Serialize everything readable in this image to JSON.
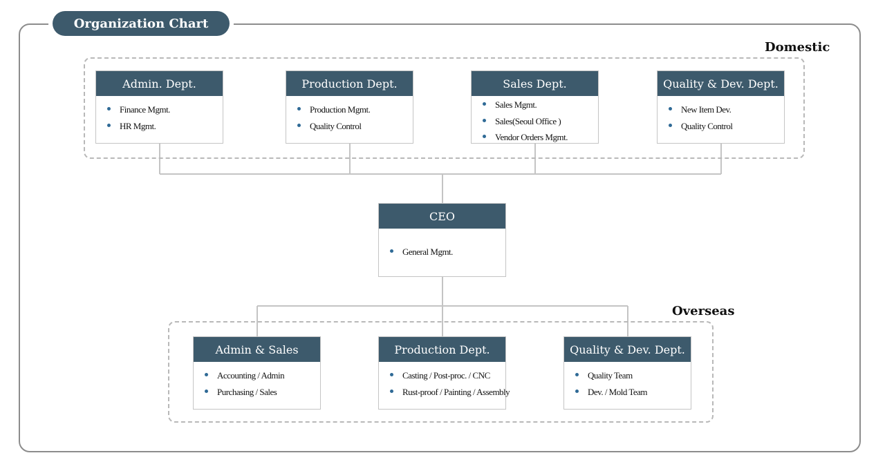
{
  "title": "Organization Chart",
  "domestic": {
    "label": "Domestic",
    "departments": [
      {
        "name": "Admin. Dept.",
        "items": [
          "Finance Mgmt.",
          "HR Mgmt."
        ]
      },
      {
        "name": "Production Dept.",
        "items": [
          "Production Mgmt.",
          "Quality Control"
        ]
      },
      {
        "name": "Sales Dept.",
        "items": [
          "Sales Mgmt.",
          "Sales(Seoul Office )",
          "Vendor Orders Mgmt."
        ]
      },
      {
        "name": "Quality & Dev. Dept.",
        "items": [
          "New Item Dev.",
          "Quality Control"
        ]
      }
    ]
  },
  "ceo": {
    "name": "CEO",
    "items": [
      "General Mgmt."
    ]
  },
  "overseas": {
    "label": "Overseas",
    "departments": [
      {
        "name": "Admin & Sales",
        "items": [
          "Accounting / Admin",
          "Purchasing / Sales"
        ]
      },
      {
        "name": "Production Dept.",
        "items": [
          "Casting / Post-proc. / CNC",
          "Rust-proof / Painting / Assembly"
        ]
      },
      {
        "name": "Quality & Dev. Dept.",
        "items": [
          "Quality Team",
          "Dev. / Mold Team"
        ]
      }
    ]
  },
  "colors": {
    "header": "#3d5a6c",
    "bullet": "#2f6a96",
    "line": "#c4c4c4",
    "frame": "#8c8c8c"
  }
}
